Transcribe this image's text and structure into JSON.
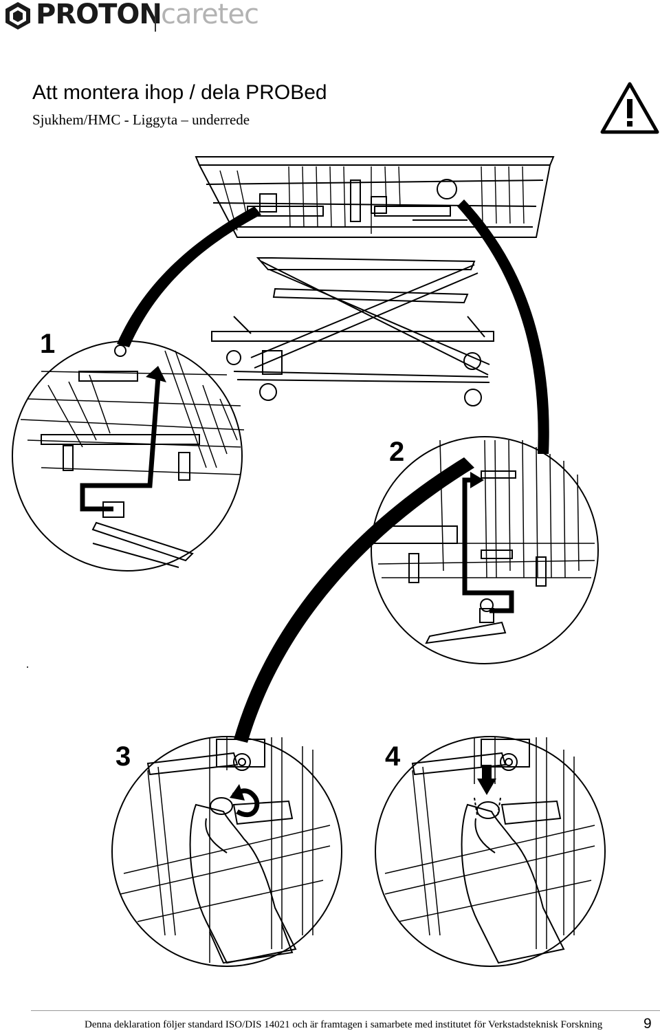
{
  "header": {
    "brand": "PROTON",
    "brand_sub": "caretec",
    "logo_icon": "hexagon-logo-icon"
  },
  "document": {
    "title": "Att montera ihop / dela PROBed",
    "subtitle": "Sjukhem/HMC  -  Liggyta – underrede",
    "warning_icon": "warning-triangle-icon"
  },
  "steps": [
    {
      "number": "1"
    },
    {
      "number": "2"
    },
    {
      "number": "3"
    },
    {
      "number": "4"
    }
  ],
  "footer": {
    "text": "Denna deklaration följer standard ISO/DIS 14021 och är framtagen i samarbete med institutet för Verkstadsteknisk Forskning",
    "page_number": "9"
  },
  "colors": {
    "text": "#000000",
    "logo_dark": "#1a1a1a",
    "logo_light": "#b3b3b3"
  }
}
